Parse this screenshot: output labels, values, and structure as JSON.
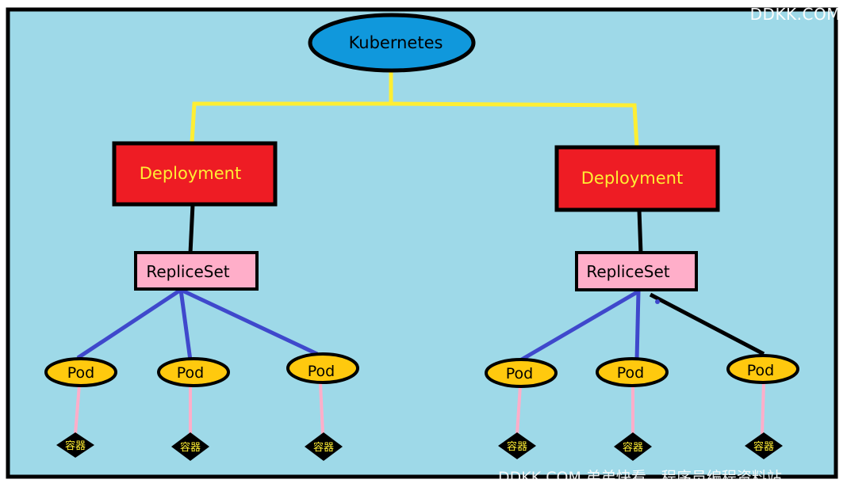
{
  "root": {
    "label": "Kubernetes"
  },
  "deployments": [
    {
      "label": "Deployment",
      "replicaset": "RepliceSet",
      "pods": [
        {
          "label": "Pod",
          "container": "容器"
        },
        {
          "label": "Pod",
          "container": "容器"
        },
        {
          "label": "Pod",
          "container": "容器"
        }
      ]
    },
    {
      "label": "Deployment",
      "replicaset": "RepliceSet",
      "pods": [
        {
          "label": "Pod",
          "container": "容器"
        },
        {
          "label": "Pod",
          "container": "容器"
        },
        {
          "label": "Pod",
          "container": "容器"
        }
      ]
    }
  ],
  "watermarks": {
    "top": "DDKK.COM",
    "bottom": "DDKK.COM 弟弟快看，程序员编程资料站"
  },
  "colors": {
    "background": "#9ed9e8",
    "border": "#000000",
    "root_fill": "#1098dc",
    "deployment_fill": "#ee1c24",
    "deployment_text": "#ffee33",
    "replicaset_fill": "#ffaec9",
    "pod_fill": "#ffc90e",
    "container_fill": "#000000",
    "container_text": "#ffee33",
    "link_yellow": "#ffee33",
    "link_black": "#000000",
    "link_blue": "#3f48cc",
    "link_pink": "#ffaec9"
  }
}
